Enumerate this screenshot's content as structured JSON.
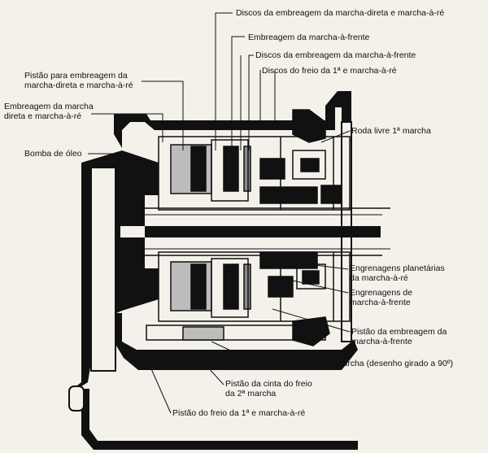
{
  "labels": {
    "discos_direta_re": "Discos da embreagem da marcha-direta e marcha-à-ré",
    "embreagem_frente": "Embreagem da marcha-à-frente",
    "discos_embreagem_frente": "Discos da embreagem da marcha-à-frente",
    "discos_freio_1": "Discos do freio da 1ª e marcha-à-ré",
    "pistao_embreagem_direta_1": "Pistão para embreagem da",
    "pistao_embreagem_direta_2": "marcha-direta e marcha-à-ré",
    "embreagem_direta_1": "Embreagem da marcha",
    "embreagem_direta_2": "direta e marcha-à-ré",
    "bomba_oleo": "Bomba de óleo",
    "roda_livre": "Roda livre 1ª marcha",
    "planetarias_1": "Engrenagens planetárias",
    "planetarias_2": "da marcha-à-ré",
    "engrenagens_frente_1": "Engrenagens de",
    "engrenagens_frente_2": "marcha-à-frente",
    "pistao_embreagem_frente_1": "Pistão da embreagem da",
    "pistao_embreagem_frente_2": "marcha-à-frente",
    "cinta_freio_2": "Cinta do freio da 2ª marcha (desenho girado a 90º)",
    "pistao_cinta_1": "Pistão da cinta do freio",
    "pistao_cinta_2": "da 2ª marcha",
    "pistao_freio_1": "Pistão do freio da 1ª e marcha-à-ré"
  },
  "colors": {
    "ink": "#111111",
    "paper": "#f4f1ea",
    "shade": "#8a8a8a"
  }
}
